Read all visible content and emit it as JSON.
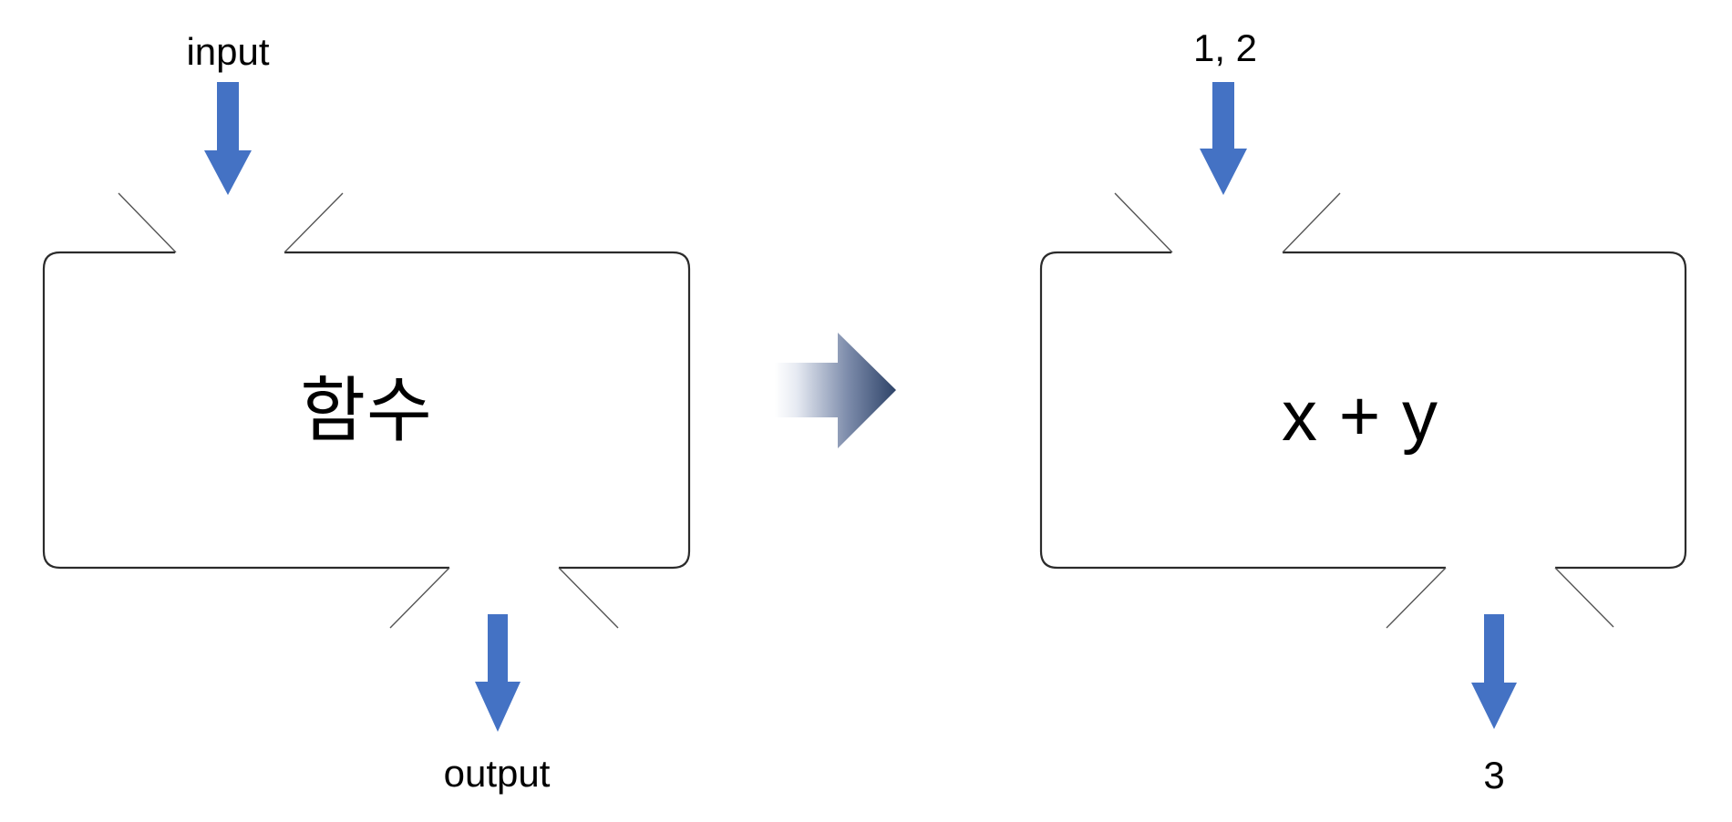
{
  "diagram": {
    "title_hint": "function machine diagram",
    "background_color": "#ffffff",
    "arrow_blue": "#4472c4",
    "outline_color": "#2b2b2b",
    "funnel_line_color": "#545454",
    "gradient_arrow_colors": {
      "from": "#ffffff",
      "to": "#2e4368"
    },
    "left_machine": {
      "input_label": "input",
      "body_label": "함수",
      "output_label": "output"
    },
    "right_machine": {
      "input_label": "1, 2",
      "body_label": "x + y",
      "output_label": "3"
    },
    "icons": {
      "down_arrow": "solid blue downward block arrow",
      "transform_arrow": "gradient rightward block arrow"
    }
  }
}
